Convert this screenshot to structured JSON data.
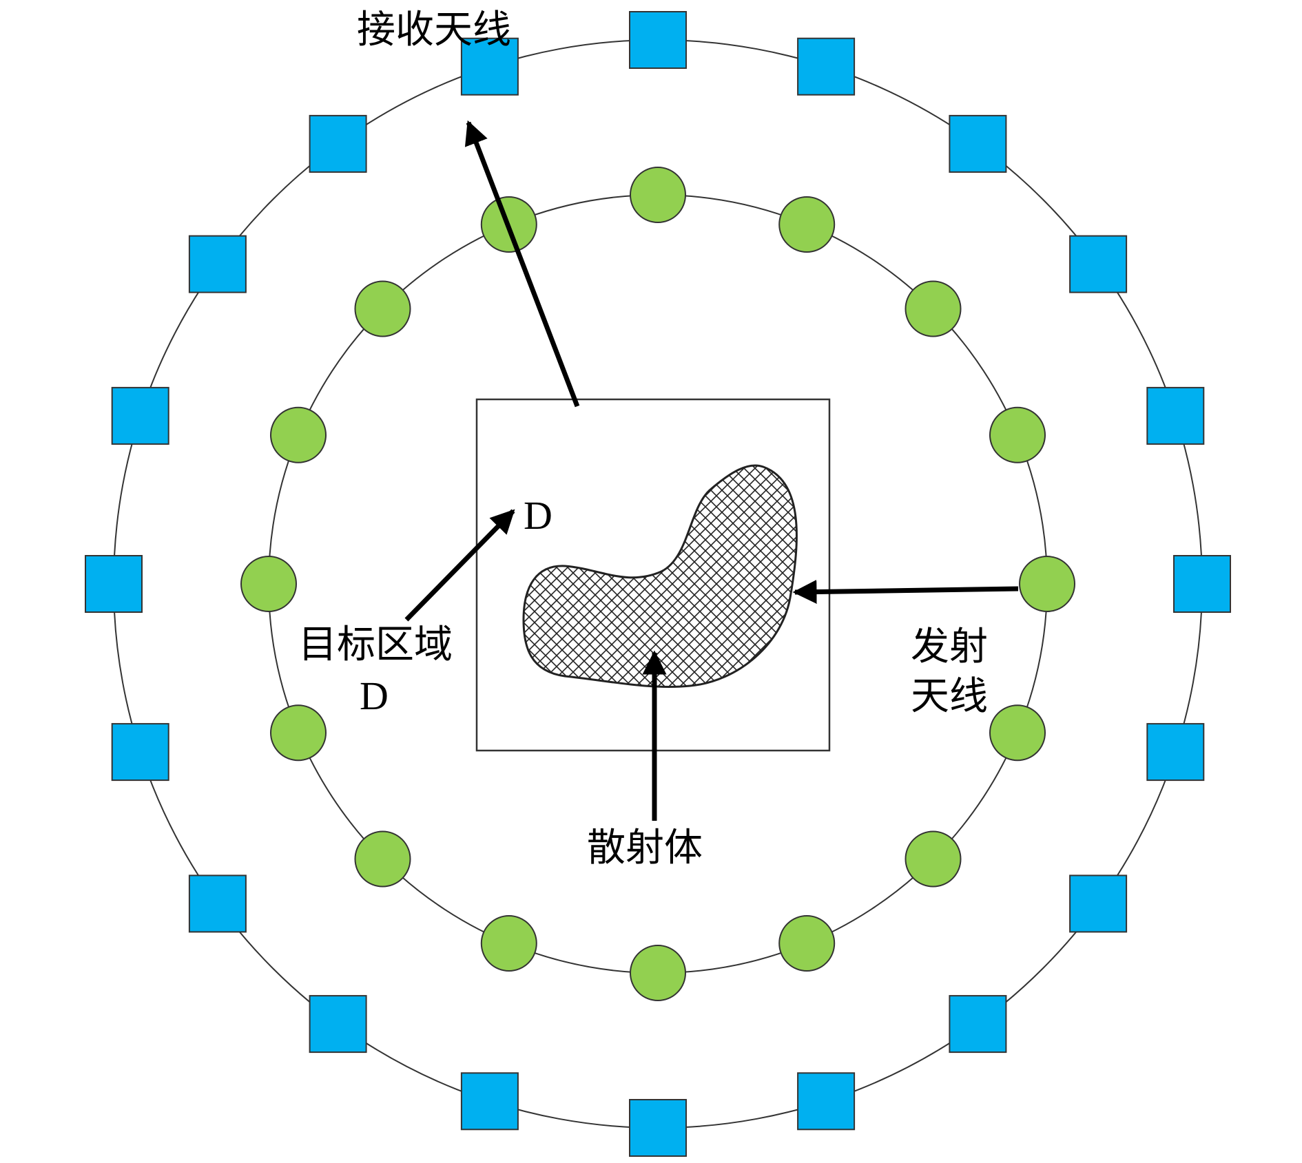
{
  "labels": {
    "receive_antenna": "接收天线",
    "target_region_line1": "目标区域",
    "target_region_line2": "D",
    "region_letter": "D",
    "transmit_antenna_line1": "发射",
    "transmit_antenna_line2": "天线",
    "scatterer": "散射体"
  },
  "colors": {
    "receiver_fill": "#00b0f0",
    "transmitter_fill": "#92d050",
    "outline": "#333333",
    "arrow": "#000000"
  },
  "antennas": {
    "receiver_shape": "square",
    "transmitter_shape": "circle"
  }
}
